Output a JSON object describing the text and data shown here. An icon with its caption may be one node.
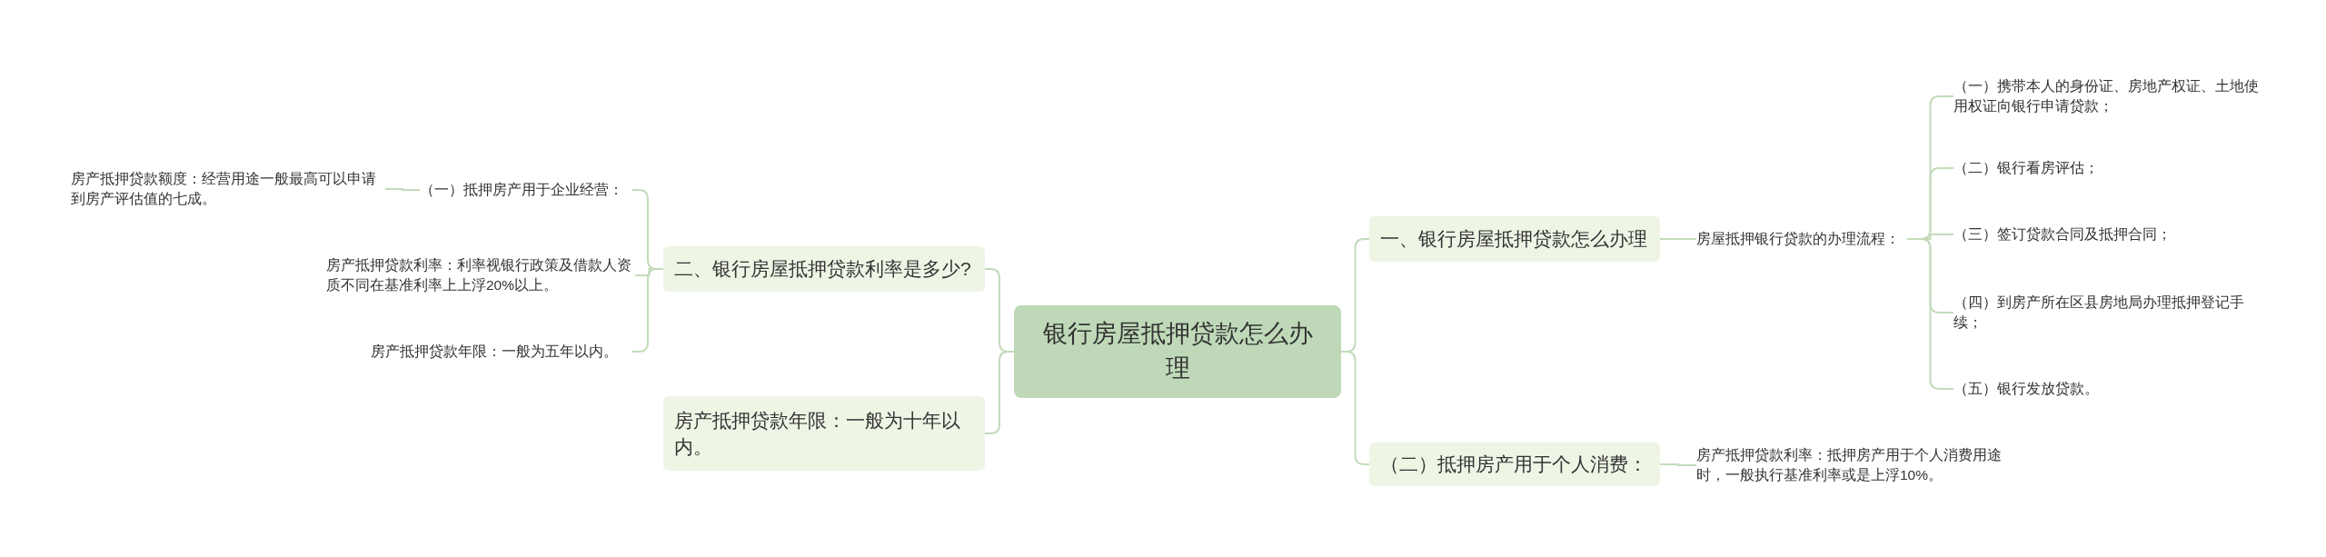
{
  "diagram": {
    "nodes": [
      {
        "text": [
          "银行房屋抵押贷款怎么办理"
        ]
      },
      {
        "text": [
          "一、银行房屋抵押贷款怎么办理"
        ]
      },
      {
        "text": [
          "房屋抵押银行贷款的办理流程："
        ]
      },
      {
        "text": [
          "（一）携带本人的身份证、房地产权证、土地使用权证向银行申请贷款；"
        ]
      },
      {
        "text": [
          "（二）银行看房评估；"
        ]
      },
      {
        "text": [
          "（三）签订贷款合同及抵押合同；"
        ]
      },
      {
        "text": [
          "（四）到房产所在区县房地局办理抵押登记手续；"
        ]
      },
      {
        "text": [
          "（五）银行发放贷款。"
        ]
      },
      {
        "text": [
          "（二）抵押房产用于个人消费："
        ]
      },
      {
        "text": [
          "房产抵押贷款利率：抵押房产用于个人消费用途时，一般执行基准利率或是上浮10%。"
        ]
      },
      {
        "text": [
          "二、银行房屋抵押贷款利率是多少?"
        ]
      },
      {
        "text": [
          "房产抵押贷款年限：一般为十年以内。"
        ]
      },
      {
        "text": [
          "（一）抵押房产用于企业经营："
        ]
      },
      {
        "text": [
          "房产抵押贷款额度：经营用途一般最高可以申请到房产评估值的七成。"
        ]
      },
      {
        "text": [
          "房产抵押贷款利率：利率视银行政策及借款人资质不同在基准利率上上浮20%以上。"
        ]
      },
      {
        "text": [
          "房产抵押贷款年限：一般为五年以内。"
        ]
      }
    ],
    "edges": [
      {
        "from": 0,
        "to": 1,
        "arrow": "none"
      },
      {
        "from": 1,
        "to": 2,
        "arrow": "none"
      },
      {
        "from": 2,
        "to": 3,
        "arrow": "none"
      },
      {
        "from": 2,
        "to": 4,
        "arrow": "none"
      },
      {
        "from": 2,
        "to": 5,
        "arrow": "none"
      },
      {
        "from": 2,
        "to": 6,
        "arrow": "none"
      },
      {
        "from": 2,
        "to": 7,
        "arrow": "none"
      },
      {
        "from": 0,
        "to": 8,
        "arrow": "none"
      },
      {
        "from": 8,
        "to": 9,
        "arrow": "none"
      },
      {
        "from": 0,
        "to": 10,
        "arrow": "none"
      },
      {
        "from": 0,
        "to": 11,
        "arrow": "none"
      },
      {
        "from": 10,
        "to": 12,
        "arrow": "none"
      },
      {
        "from": 12,
        "to": 13,
        "arrow": "none"
      },
      {
        "from": 10,
        "to": 14,
        "arrow": "none"
      },
      {
        "from": 10,
        "to": 15,
        "arrow": "none"
      }
    ]
  }
}
